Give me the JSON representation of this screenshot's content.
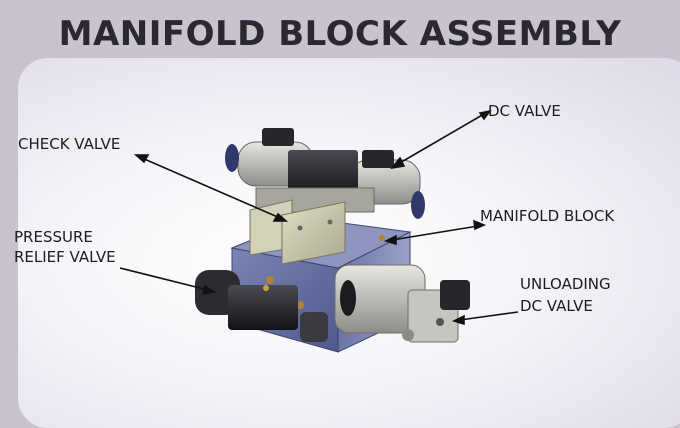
{
  "title": "MANIFOLD BLOCK ASSEMBLY",
  "labels": {
    "dc_valve": "DC VALVE",
    "check_valve": "CHECK VALVE",
    "manifold_block": "MANIFOLD BLOCK",
    "pressure_relief_l1": "PRESSURE",
    "pressure_relief_l2": "RELIEF VALVE",
    "unloading_l1": "UNLOADING",
    "unloading_l2": "DC VALVE"
  },
  "colors": {
    "manifold_block": "#5f6a9e",
    "valve_body": "#bdbdb5",
    "solenoid": "#1e1e22",
    "check_valve": "#c8c6a8"
  }
}
